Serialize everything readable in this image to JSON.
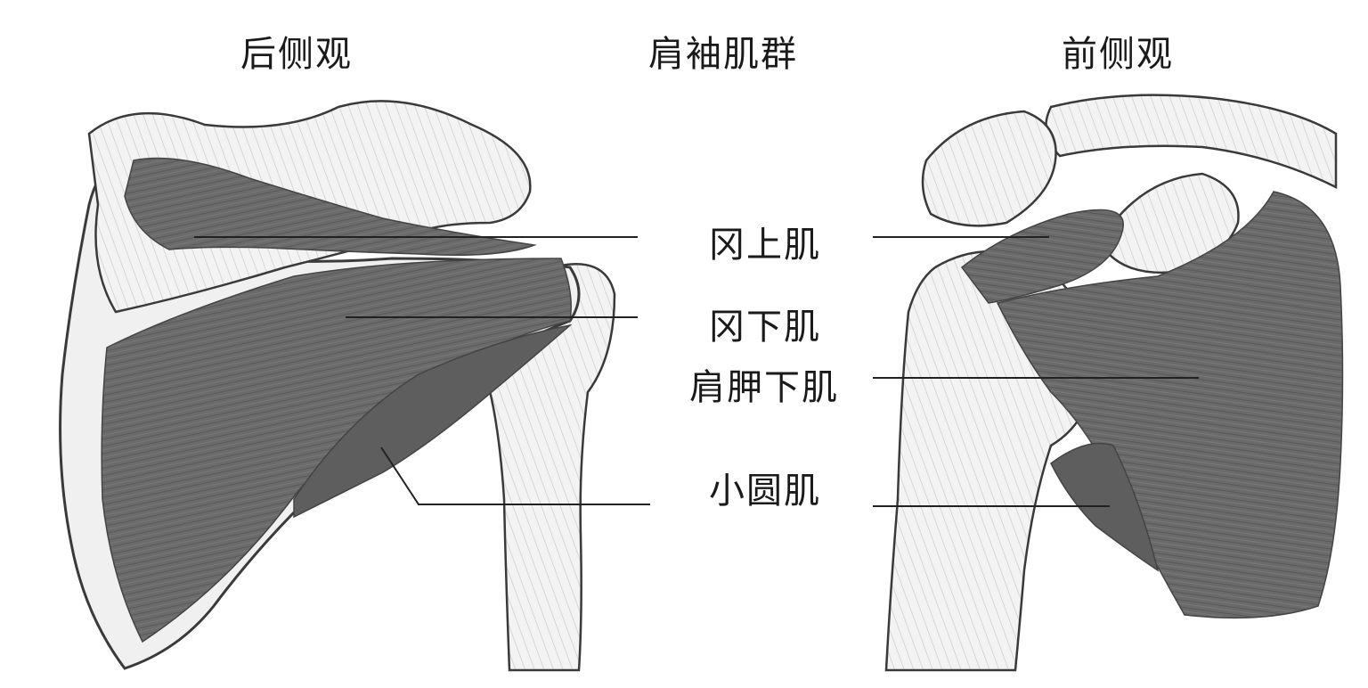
{
  "headings": {
    "posterior": "后侧观",
    "main": "肩袖肌群",
    "anterior": "前侧观"
  },
  "muscle_labels": {
    "supraspinatus": "冈上肌",
    "infraspinatus": "冈下肌",
    "subscapularis": "肩胛下肌",
    "teres_minor": "小圆肌"
  },
  "colors": {
    "muscle": "#6b6b6b",
    "muscle_dark": "#555555",
    "bone": "#f2f2f2",
    "bone_outline": "#3a3a3a",
    "leader_line": "#222222"
  }
}
